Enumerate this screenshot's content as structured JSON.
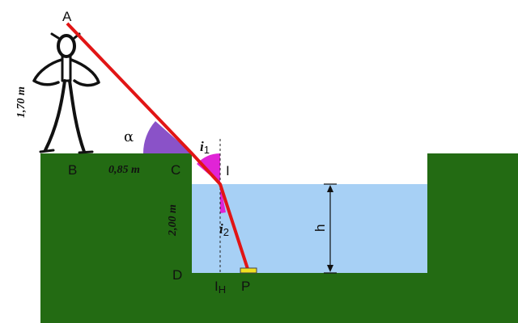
{
  "points": {
    "A": "A",
    "B": "B",
    "C": "C",
    "D": "D",
    "I": "I",
    "IH": "I",
    "IH_sub": "H",
    "P": "P"
  },
  "measurements": {
    "person_height": "1,70 m",
    "bc_length": "0,85 m",
    "cd_depth": "2,00 m",
    "water_height": "h"
  },
  "angles": {
    "alpha": "α",
    "i1": "i",
    "i1_sub": "1",
    "i2": "i",
    "i2_sub": "2"
  },
  "colors": {
    "ground": "#236b13",
    "water": "#a7d0f5",
    "ray": "#e11515",
    "alpha_arc": "#8a52c8",
    "incidence_arc": "#e024d6",
    "target": "#f0e020"
  }
}
